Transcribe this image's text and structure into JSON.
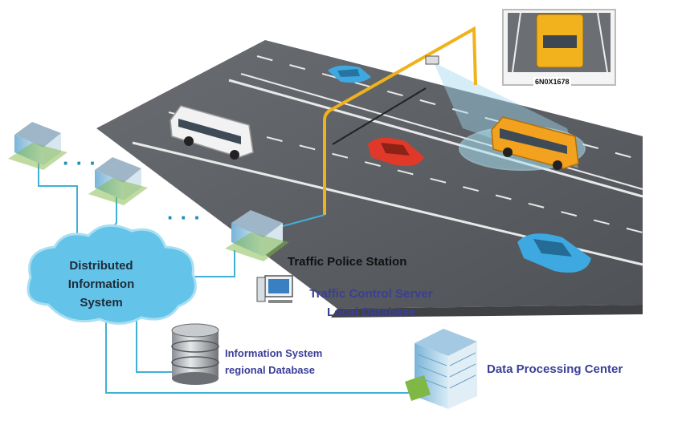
{
  "labels": {
    "cloud_line1": "Distributed",
    "cloud_line2": "Information",
    "cloud_line3": "System",
    "police_station": "Traffic Police Station",
    "server_line1": "Traffic Control Server",
    "server_line2": "Local Database",
    "infosys_line1": "Information System",
    "infosys_line2": "regional Database",
    "data_center": "Data Processing Center",
    "plate": "6N0X1678"
  },
  "colors": {
    "network_line": "#3fb0d6",
    "cloud": "#63c3e8",
    "road": "#5b5e63",
    "pole": "#f0b21a",
    "label_blue": "#3a3f97"
  },
  "icons": [
    "office-building-icon",
    "computer-server-icon",
    "database-icon",
    "data-center-building-icon"
  ]
}
